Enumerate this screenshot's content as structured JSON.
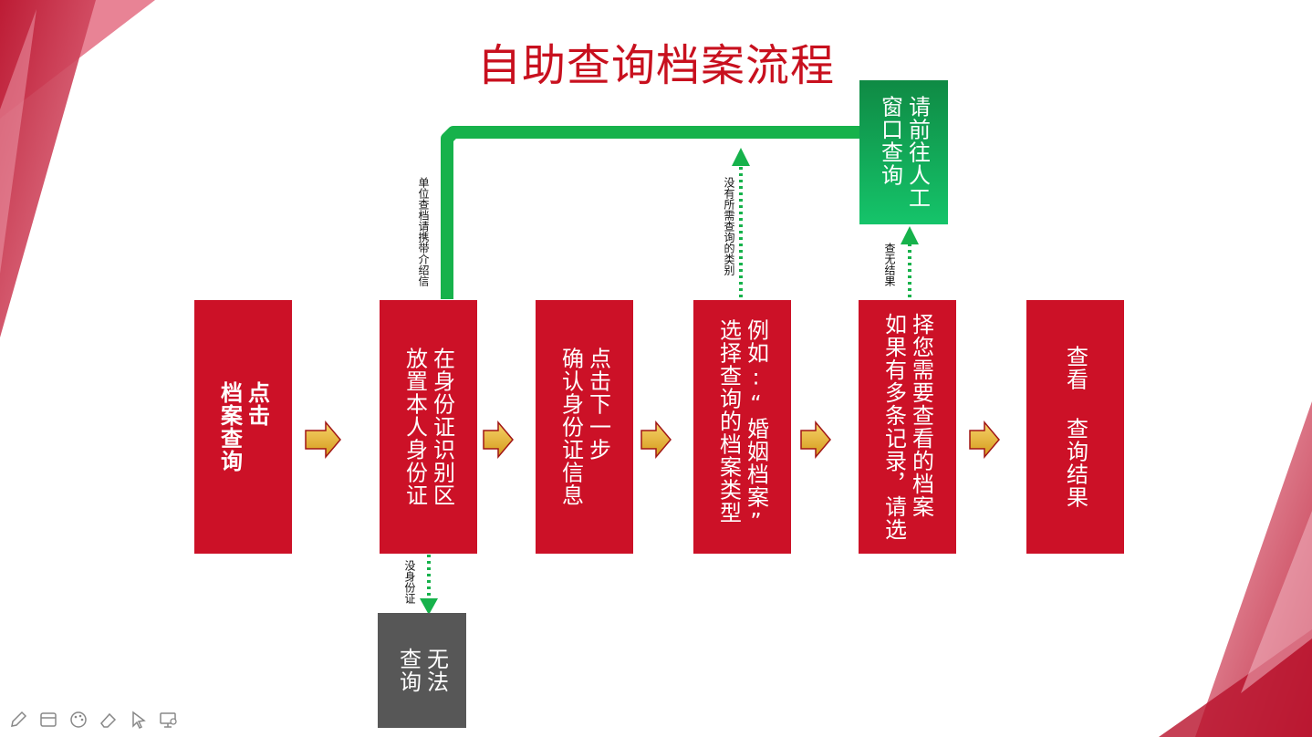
{
  "title": "自助查询档案流程",
  "steps": [
    {
      "text": "点击\n档案查询"
    },
    {
      "text": "在身份证识别区\n放置本人身份证"
    },
    {
      "text": "点击下一步\n确认身份证信息"
    },
    {
      "text": "例如:“婚姻档案”\n选择查询的档案类型"
    },
    {
      "text": "择您需要查看的档案\n如果有多条记录，请选"
    },
    {
      "text": "查看 查询结果"
    }
  ],
  "side_boxes": {
    "manual": "请前往人工\n窗口查询",
    "no_query": "无法\n查询"
  },
  "notes": {
    "unit": "单位查档请携带介绍信",
    "no_category": "没有所需查询的类别",
    "no_result": "查无结果",
    "no_id": "没身份证"
  },
  "colors": {
    "title": "#c8101e",
    "step_box": "#cc1127",
    "manual_box": "#13b25f",
    "no_query_box": "#575757",
    "connector": "#16b24b",
    "arrow": "#f0b429"
  },
  "toolbar": [
    "pen-icon",
    "window-icon",
    "palette-icon",
    "eraser-icon",
    "pointer-icon",
    "screen-icon"
  ]
}
